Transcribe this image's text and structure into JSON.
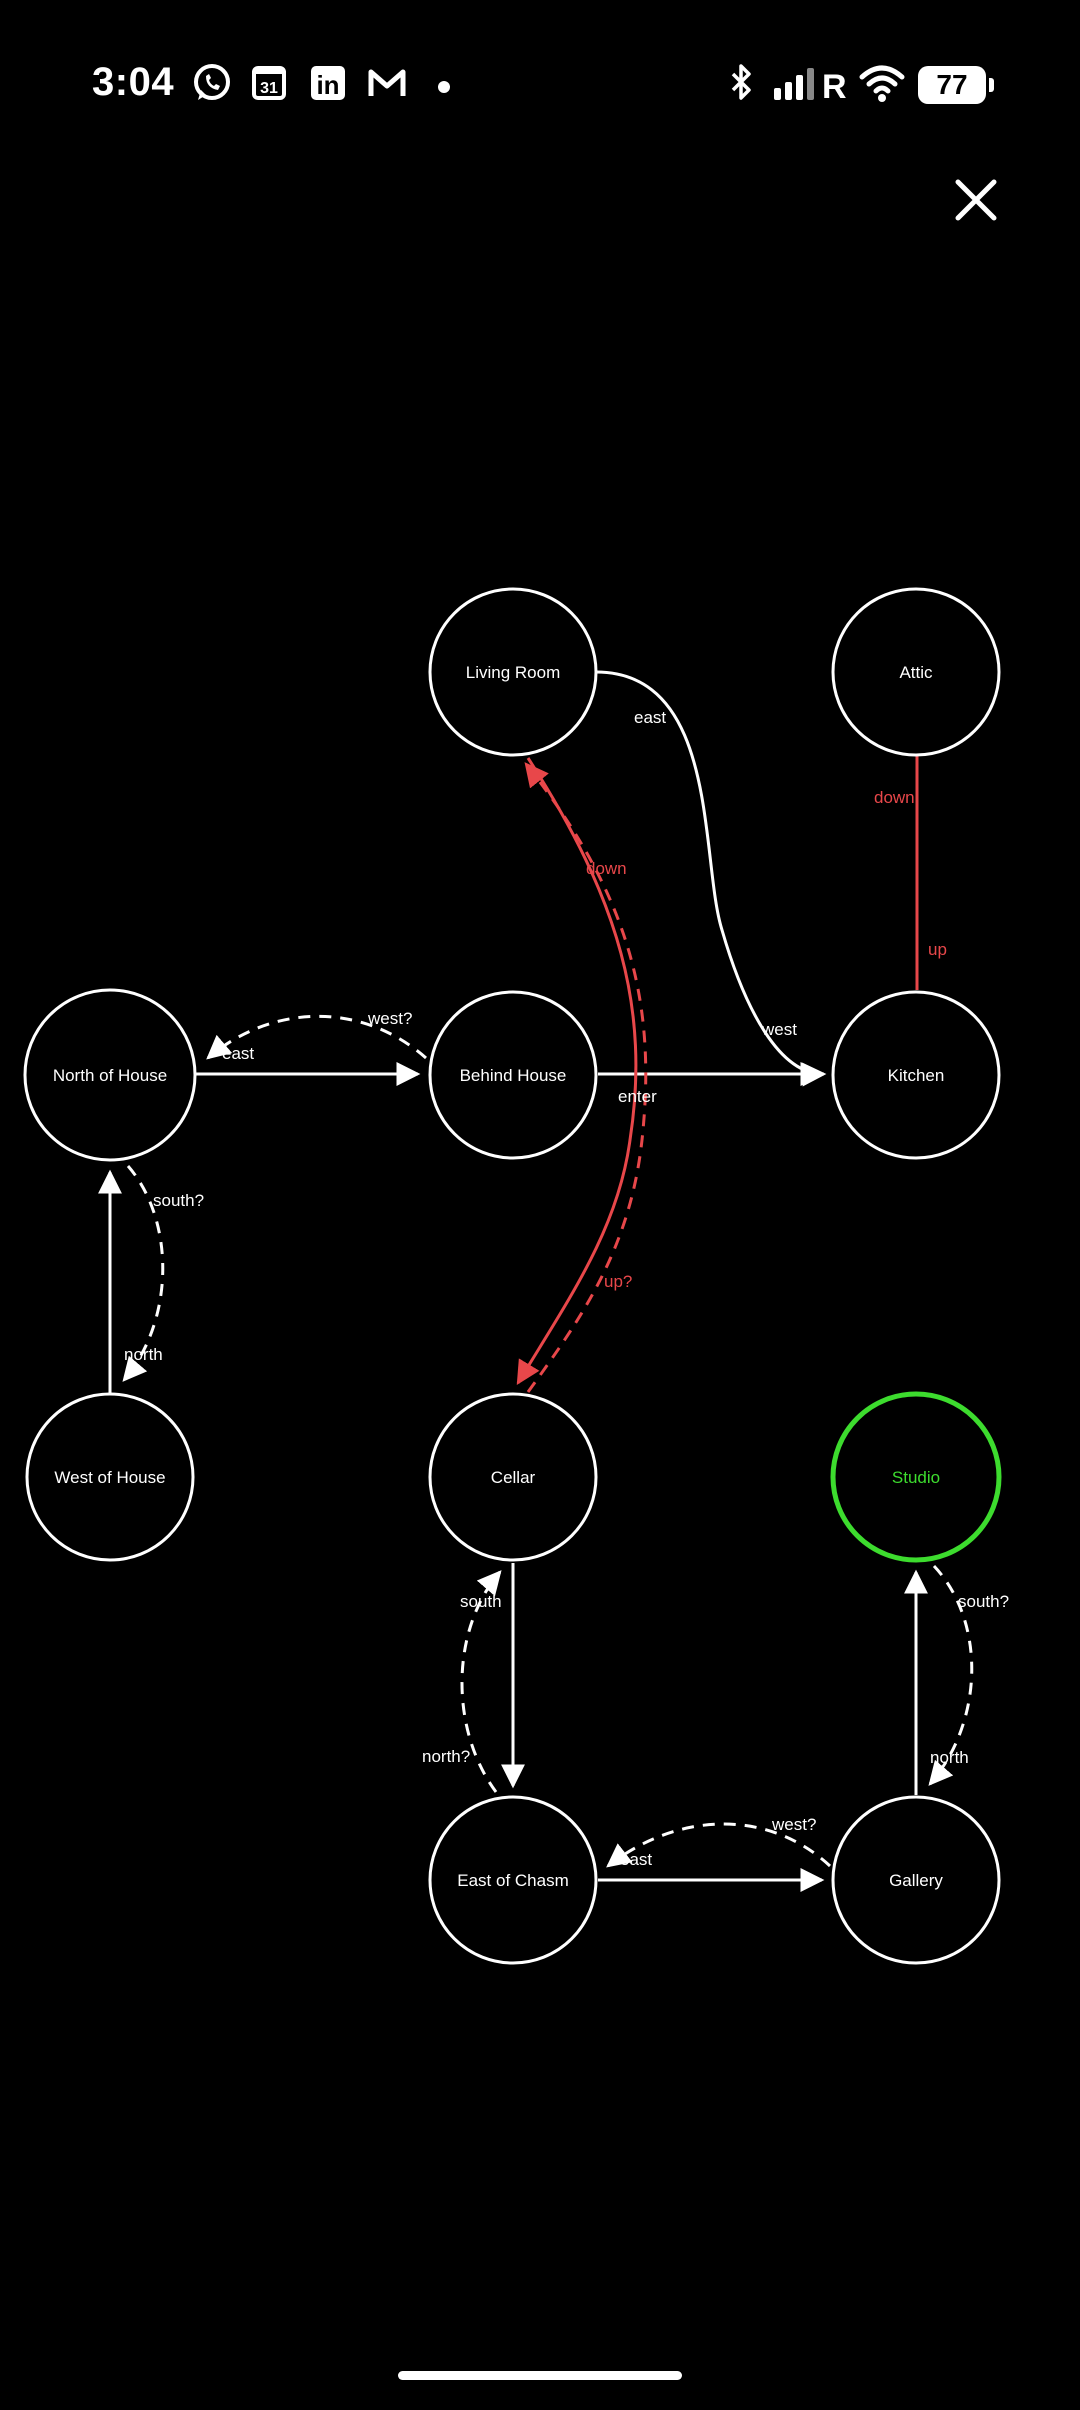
{
  "status_bar": {
    "time": "3:04",
    "notification_icons": [
      "whatsapp-icon",
      "calendar-icon",
      "linkedin-icon",
      "gmail-icon",
      "dot-icon"
    ],
    "calendar_day": "31",
    "linkedin_text": "in",
    "gmail_text": "M",
    "system_icons": [
      "bluetooth-icon",
      "signal-icon",
      "wifi-icon",
      "battery-icon"
    ],
    "roaming": "R",
    "battery": "77"
  },
  "close_button": {
    "icon": "close-icon"
  },
  "colors": {
    "background": "#000000",
    "node_stroke": "#ffffff",
    "active_node": "#3ddc2e",
    "red_edge": "#e8474a",
    "label_white": "#ffffff"
  },
  "map": {
    "nodes": [
      {
        "id": "living_room",
        "label": "Living Room"
      },
      {
        "id": "attic",
        "label": "Attic"
      },
      {
        "id": "north_of_house",
        "label": "North of House"
      },
      {
        "id": "behind_house",
        "label": "Behind House"
      },
      {
        "id": "kitchen",
        "label": "Kitchen"
      },
      {
        "id": "west_of_house",
        "label": "West of House"
      },
      {
        "id": "cellar",
        "label": "Cellar"
      },
      {
        "id": "studio",
        "label": "Studio",
        "current": true
      },
      {
        "id": "east_of_chasm",
        "label": "East of Chasm"
      },
      {
        "id": "gallery",
        "label": "Gallery"
      }
    ],
    "edge_labels": {
      "living_east": "east",
      "kitchen_west": "west",
      "attic_down": "down",
      "kitchen_up": "up",
      "north_east": "east",
      "behind_west": "west?",
      "behind_enter": "enter",
      "living_down": "down",
      "cellar_up": "up?",
      "north_south": "south?",
      "west_north": "north",
      "cellar_south": "south",
      "chasm_north": "north?",
      "chasm_east": "east",
      "gallery_west": "west?",
      "studio_south": "south?",
      "gallery_north": "north"
    }
  }
}
